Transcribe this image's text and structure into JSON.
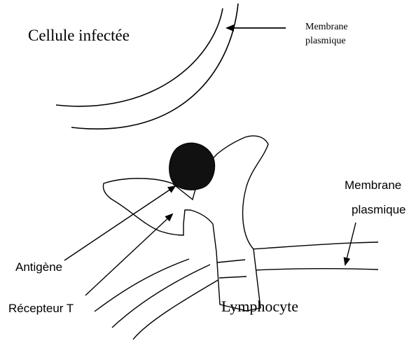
{
  "labels": {
    "infected_cell": "Cellule infectée",
    "membrane_top_line1": "Membrane",
    "membrane_top_line2": "plasmique",
    "membrane_right_line1": "Membrane",
    "membrane_right_line2": "plasmique",
    "antigen": "Antigène",
    "t_receptor": "Récepteur T",
    "lymphocyte": "Lymphocyte"
  },
  "colors": {
    "ink": "#000000",
    "background": "#ffffff",
    "antigen_fill": "#111111"
  }
}
